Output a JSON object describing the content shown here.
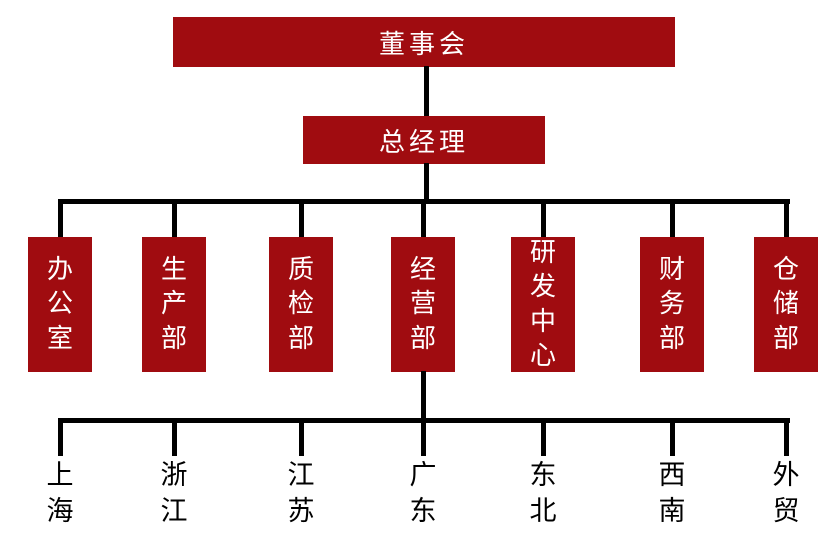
{
  "org_chart": {
    "type": "org-tree",
    "root": {
      "label": "董事会"
    },
    "general_manager": {
      "label": "总经理"
    },
    "departments": [
      {
        "label": "办公室"
      },
      {
        "label": "生产部"
      },
      {
        "label": "质检部"
      },
      {
        "label": "经营部"
      },
      {
        "label": "研发中心"
      },
      {
        "label": "财务部"
      },
      {
        "label": "仓储部"
      }
    ],
    "regions_parent": "经营部",
    "regions": [
      {
        "label": "上海"
      },
      {
        "label": "浙江"
      },
      {
        "label": "江苏"
      },
      {
        "label": "广东"
      },
      {
        "label": "东北"
      },
      {
        "label": "西南"
      },
      {
        "label": "外贸"
      }
    ],
    "colors": {
      "node_fill": "#A00C10",
      "node_text": "#FFFFFF",
      "connector": "#000000",
      "background": "#FFFFFF"
    }
  }
}
